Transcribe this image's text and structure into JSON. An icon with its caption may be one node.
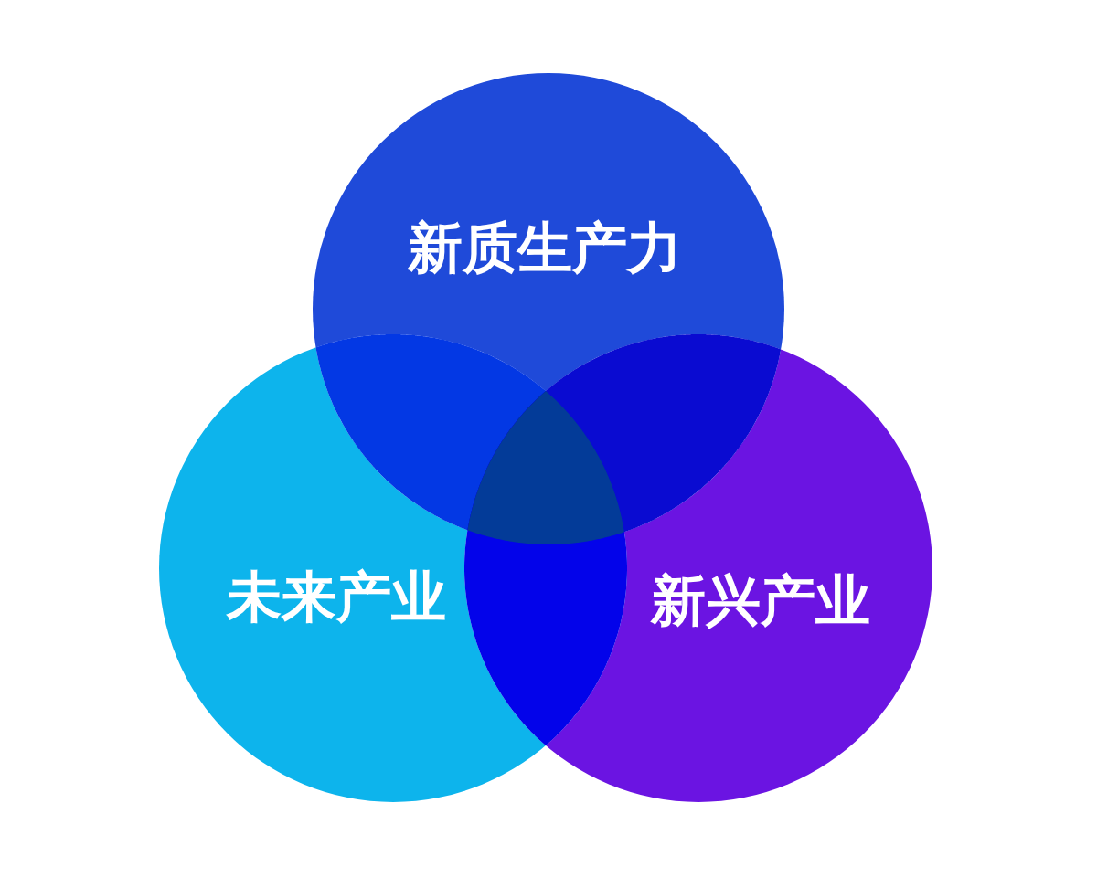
{
  "diagram": {
    "nodes": [
      {
        "text": [
          "新质生产力"
        ]
      },
      {
        "text": [
          "未来产业"
        ]
      },
      {
        "text": [
          "新兴产业"
        ]
      }
    ]
  }
}
